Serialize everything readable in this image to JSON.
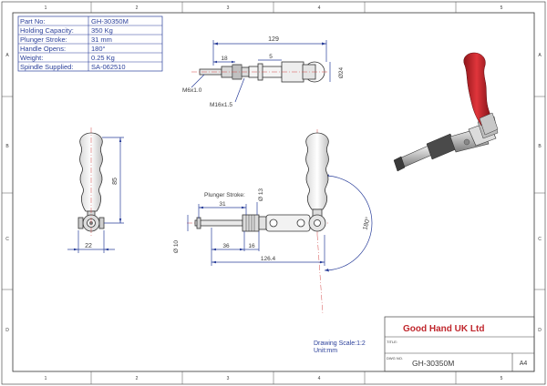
{
  "zones": {
    "columns": [
      "1",
      "2",
      "3",
      "4",
      "5"
    ],
    "rows": [
      "A",
      "B",
      "C",
      "D"
    ]
  },
  "spec_table": {
    "rows": [
      {
        "label": "Part No:",
        "value": "GH-30350M"
      },
      {
        "label": "Holding Capacity:",
        "value": "350 Kg"
      },
      {
        "label": "Plunger Stroke:",
        "value": "31 mm"
      },
      {
        "label": "Handle Opens:",
        "value": "180°"
      },
      {
        "label": "Weight:",
        "value": "0.25 Kg"
      },
      {
        "label": "Spindle Supplied:",
        "value": "SA-062510"
      }
    ]
  },
  "top_view": {
    "dim_overall": "129",
    "dim_thread": "18",
    "dim_small": "5",
    "dim_dia": "Ø24",
    "label_thread_1": "M6x1.0",
    "label_thread_2": "M16x1.5"
  },
  "side_view": {
    "dim_height": "85",
    "dim_width": "22"
  },
  "front_view": {
    "stroke_label": "Plunger Stroke:",
    "dim_stroke": "31",
    "dim_dia_top": "Ø 13",
    "dim_dia_left": "Ø 10",
    "dim_36": "36",
    "dim_16": "16",
    "dim_total": "126.4",
    "dim_angle": "180°"
  },
  "title_block": {
    "company": "Good Hand UK Ltd",
    "title_caption": "TITLE:",
    "dwg_caption": "DWG NO.",
    "drawing_no": "GH-30350M",
    "sheet_size": "A4",
    "scale": "Drawing Scale:1:2",
    "unit": "Unit:mm"
  },
  "colors": {
    "handle": "#c0272d",
    "dimension": "#2a3f9a",
    "centerline": "#d44a4a",
    "metal": "#c9c9c9"
  }
}
